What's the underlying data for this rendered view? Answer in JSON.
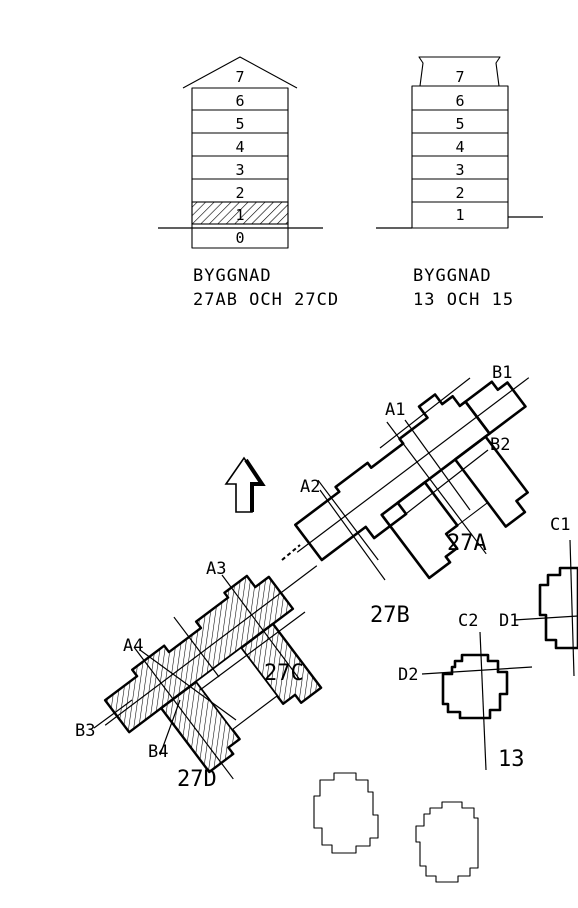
{
  "elevations": {
    "left": {
      "floors": [
        "0",
        "1",
        "2",
        "3",
        "4",
        "5",
        "6",
        "7"
      ],
      "caption_line1": "BYGGNAD",
      "caption_line2": "27AB OCH 27CD"
    },
    "right": {
      "floors": [
        "1",
        "2",
        "3",
        "4",
        "5",
        "6",
        "7"
      ],
      "caption_line1": "BYGGNAD",
      "caption_line2": "13 OCH 15"
    }
  },
  "plan": {
    "section_labels": {
      "A1": "A1",
      "A2": "A2",
      "A3": "A3",
      "A4": "A4",
      "B1": "B1",
      "B2": "B2",
      "B3": "B3",
      "B4": "B4",
      "C1": "C1",
      "C2": "C2",
      "D1": "D1",
      "D2": "D2"
    },
    "building_labels": {
      "b27A": "27A",
      "b27B": "27B",
      "b27C": "27C",
      "b27D": "27D",
      "b13": "13"
    }
  }
}
